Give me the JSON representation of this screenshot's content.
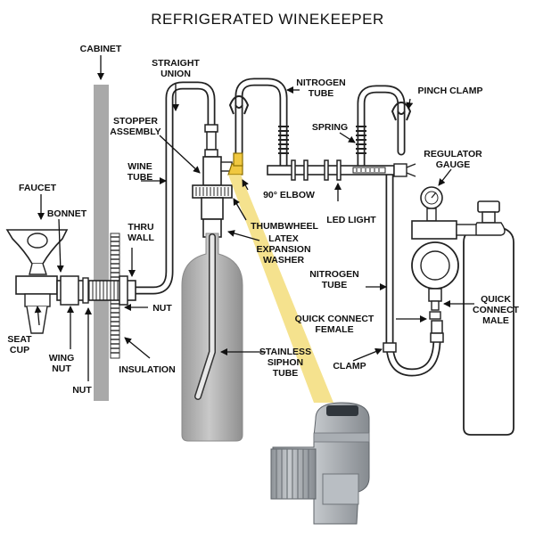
{
  "title": "REFRIGERATED WINEKEEPER",
  "labels": {
    "cabinet": "CABINET",
    "straight_union_1": "STRAIGHT",
    "straight_union_2": "UNION",
    "nitrogen_tube_top_1": "NITROGEN",
    "nitrogen_tube_top_2": "TUBE",
    "pinch_clamp": "PINCH CLAMP",
    "stopper_assembly_1": "STOPPER",
    "stopper_assembly_2": "ASSEMBLY",
    "spring": "SPRING",
    "regulator_gauge_1": "REGULATOR",
    "regulator_gauge_2": "GAUGE",
    "wine_tube_1": "WINE",
    "wine_tube_2": "TUBE",
    "faucet": "FAUCET",
    "bonnet": "BONNET",
    "elbow": "90° ELBOW",
    "thumbwheel": "THUMBWHEEL",
    "led_light": "LED LIGHT",
    "thru_wall_1": "THRU",
    "thru_wall_2": "WALL",
    "latex_1": "LATEX",
    "latex_2": "EXPANSION",
    "latex_3": "WASHER",
    "nitrogen_tube_mid_1": "NITROGEN",
    "nitrogen_tube_mid_2": "TUBE",
    "nut_right": "NUT",
    "quick_connect_male_1": "QUICK",
    "quick_connect_male_2": "CONNECT",
    "quick_connect_male_3": "MALE",
    "seat_cup_1": "SEAT",
    "seat_cup_2": "CUP",
    "quick_connect_female_1": "QUICK CONNECT",
    "quick_connect_female_2": "FEMALE",
    "wing_nut_1": "WING",
    "wing_nut_2": "NUT",
    "insulation": "INSULATION",
    "clamp": "CLAMP",
    "stainless_1": "STAINLESS",
    "stainless_2": "SIPHON",
    "stainless_3": "TUBE",
    "nut_bottom": "NUT"
  }
}
